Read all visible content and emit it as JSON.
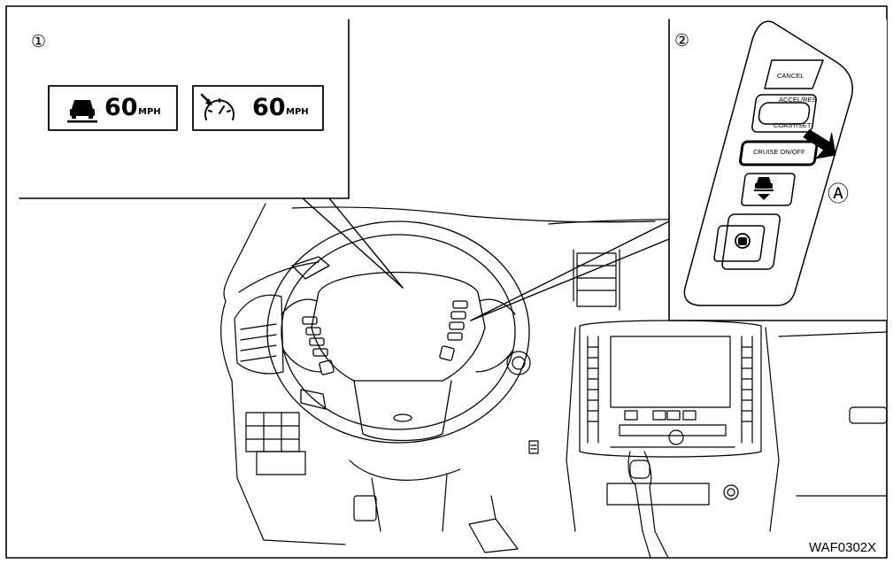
{
  "callouts": {
    "one": "①",
    "two": "②",
    "a": "Ⓐ"
  },
  "inset1": {
    "display_left": {
      "icon": "cruise-car-icon",
      "speed": "60",
      "unit": "MPH"
    },
    "display_right": {
      "icon": "speedometer-set-icon",
      "speed": "60",
      "unit": "MPH"
    }
  },
  "inset2": {
    "buttons": {
      "cancel": "CANCEL",
      "accel_res": "ACCEL/RES",
      "coast_set": "COAST/SET",
      "cruise": "CRUISE ON/OFF"
    },
    "icons": [
      "distance-car-icon",
      "lane-car-icon"
    ]
  },
  "figure_code": "WAF0302X"
}
